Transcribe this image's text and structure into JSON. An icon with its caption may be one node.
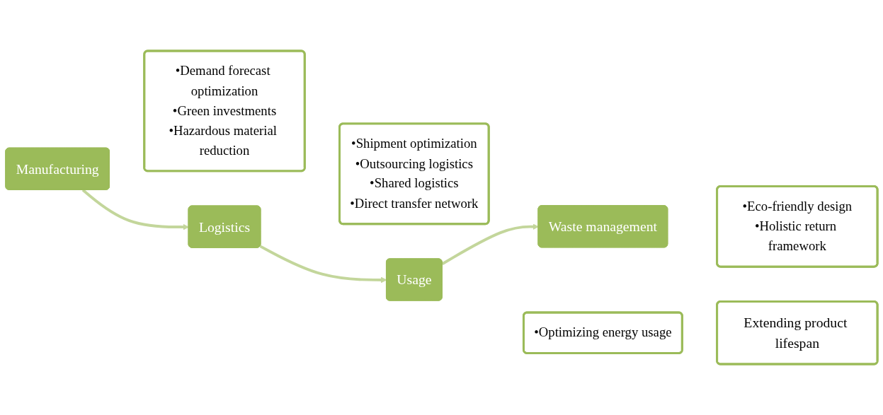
{
  "diagram": {
    "nodes": [
      {
        "text": [
          "Manufacturing"
        ]
      },
      {
        "text": [
          "•Demand forecast optimization",
          "•Green investments",
          "•Hazardous material reduction"
        ]
      },
      {
        "text": [
          "Logistics"
        ]
      },
      {
        "text": [
          "•Shipment optimization",
          "•Outsourcing logistics",
          "•Shared logistics",
          "•Direct transfer network"
        ]
      },
      {
        "text": [
          "Usage"
        ]
      },
      {
        "text": [
          "•Optimizing energy usage"
        ]
      },
      {
        "text": [
          "Waste management"
        ]
      },
      {
        "text": [
          "•Eco-friendly design",
          "•Holistic return framework"
        ]
      },
      {
        "text": [
          "Extending product lifespan"
        ]
      }
    ],
    "edges": [
      {
        "from": 0,
        "to": 2,
        "arrow": "to"
      },
      {
        "from": 2,
        "to": 4,
        "arrow": "to"
      },
      {
        "from": 4,
        "to": 6,
        "arrow": "to"
      }
    ]
  }
}
